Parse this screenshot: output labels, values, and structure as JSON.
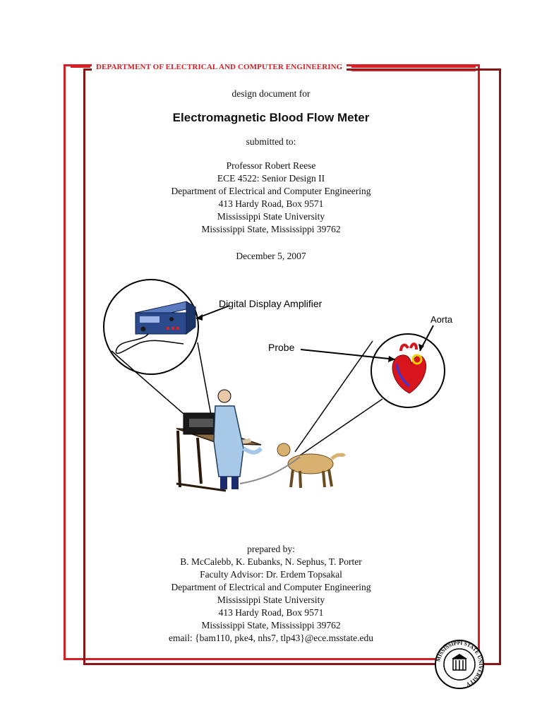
{
  "header": {
    "department": "DEPARTMENT OF ELECTRICAL AND COMPUTER ENGINEERING"
  },
  "title_block": {
    "intro": "design document for",
    "title": "Electromagnetic Blood Flow Meter",
    "submitted_to": "submitted to:",
    "recipient_lines": [
      "Professor Robert Reese",
      "ECE 4522: Senior Design II",
      "Department of Electrical and Computer Engineering",
      "413 Hardy Road, Box 9571",
      "Mississippi State University",
      "Mississippi State, Mississippi 39762"
    ],
    "date": "December 5, 2007"
  },
  "illustration": {
    "labels": {
      "amplifier": "Digital Display Amplifier",
      "aorta": "Aorta",
      "probe": "Probe"
    }
  },
  "prepared": {
    "heading": "prepared by:",
    "lines": [
      "B. McCalebb, K. Eubanks, N. Sephus, T. Porter",
      "Faculty Advisor: Dr. Erdem Topsakal",
      "Department of Electrical and Computer Engineering",
      "Mississippi State University",
      "413 Hardy Road, Box 9571",
      "Mississippi State, Mississippi 39762",
      "email: {bam110, pke4, nhs7, tlp43}@ece.msstate.edu"
    ]
  },
  "seal": {
    "text": "MISSISSIPPI STATE UNIVERSITY"
  },
  "colors": {
    "frame_red": "#d41f26",
    "frame_dark": "#8b1414",
    "amplifier_blue": "#2a4a8c",
    "heart_red": "#d8141c"
  }
}
